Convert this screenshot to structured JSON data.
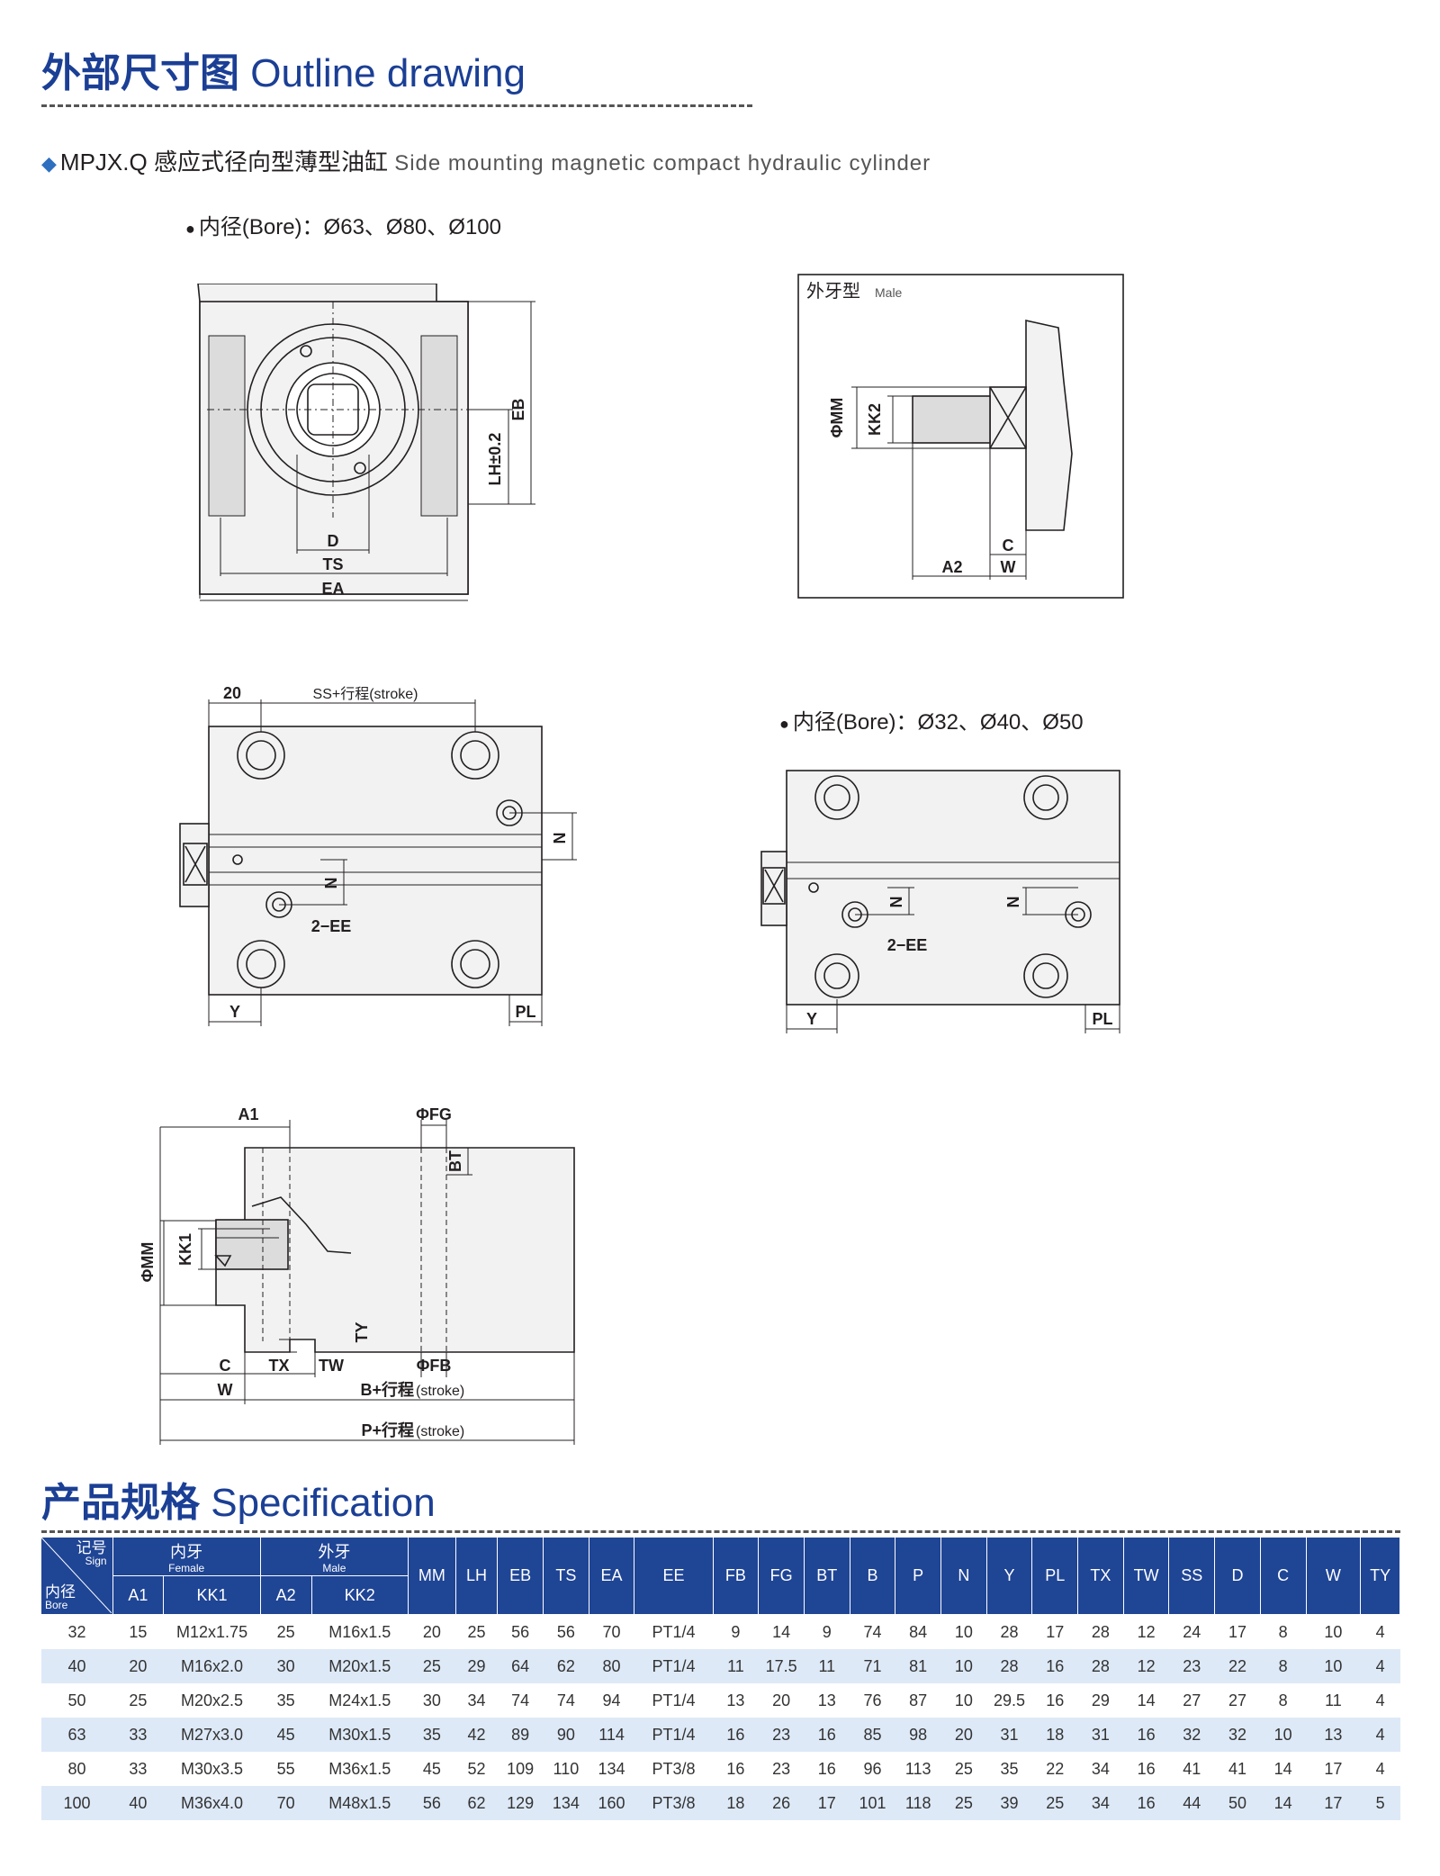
{
  "outline": {
    "title_cn": "外部尺寸图",
    "title_en": "Outline drawing",
    "subtitle_diamond": "◆",
    "subtitle_model": "MPJX.Q",
    "subtitle_cn": "感应式径向型薄型油缸",
    "subtitle_en": "Side mounting magnetic compact hydraulic cylinder",
    "bore_large": "内径(Bore)：Ø63、Ø80、Ø100",
    "bore_small": "内径(Bore)：Ø32、Ø40、Ø50",
    "male_box_title": "外牙型",
    "male_box_sub": "Male"
  },
  "labels": {
    "D": "D",
    "TS": "TS",
    "EA": "EA",
    "EB": "EB",
    "LH": "LH±0.2",
    "MM": "ΦMM",
    "KK2": "KK2",
    "C": "C",
    "W": "W",
    "A2": "A2",
    "n20": "20",
    "SS": "SS+行程(stroke)",
    "N": "N",
    "EE": "2−EE",
    "Y": "Y",
    "PL": "PL",
    "A1": "A1",
    "FG": "ΦFG",
    "BT": "BT",
    "KK1": "KK1",
    "TY": "TY",
    "TX": "TX",
    "TW": "TW",
    "FB": "ΦFB",
    "B": "B+行程",
    "P": "P+行程",
    "stroke": "(stroke)"
  },
  "spec": {
    "title_cn": "产品规格",
    "title_en": "Specification",
    "corner_sign_cn": "记号",
    "corner_sign_en": "Sign",
    "corner_bore_cn": "内径",
    "corner_bore_en": "Bore",
    "female_cn": "内牙",
    "female_en": "Female",
    "male_cn": "外牙",
    "male_en": "Male",
    "sub_cols": [
      "A1",
      "KK1",
      "A2",
      "KK2"
    ],
    "cols": [
      "MM",
      "LH",
      "EB",
      "TS",
      "EA",
      "EE",
      "FB",
      "FG",
      "BT",
      "B",
      "P",
      "N",
      "Y",
      "PL",
      "TX",
      "TW",
      "SS",
      "D",
      "C",
      "W",
      "TY"
    ],
    "rows": [
      [
        "32",
        "15",
        "M12x1.75",
        "25",
        "M16x1.5",
        "20",
        "25",
        "56",
        "56",
        "70",
        "PT1/4",
        "9",
        "14",
        "9",
        "74",
        "84",
        "10",
        "28",
        "17",
        "28",
        "12",
        "24",
        "17",
        "8",
        "10",
        "4"
      ],
      [
        "40",
        "20",
        "M16x2.0",
        "30",
        "M20x1.5",
        "25",
        "29",
        "64",
        "62",
        "80",
        "PT1/4",
        "11",
        "17.5",
        "11",
        "71",
        "81",
        "10",
        "28",
        "16",
        "28",
        "12",
        "23",
        "22",
        "8",
        "10",
        "4"
      ],
      [
        "50",
        "25",
        "M20x2.5",
        "35",
        "M24x1.5",
        "30",
        "34",
        "74",
        "74",
        "94",
        "PT1/4",
        "13",
        "20",
        "13",
        "76",
        "87",
        "10",
        "29.5",
        "16",
        "29",
        "14",
        "27",
        "27",
        "8",
        "11",
        "4"
      ],
      [
        "63",
        "33",
        "M27x3.0",
        "45",
        "M30x1.5",
        "35",
        "42",
        "89",
        "90",
        "114",
        "PT1/4",
        "16",
        "23",
        "16",
        "85",
        "98",
        "20",
        "31",
        "18",
        "31",
        "16",
        "32",
        "32",
        "10",
        "13",
        "4"
      ],
      [
        "80",
        "33",
        "M30x3.5",
        "55",
        "M36x1.5",
        "45",
        "52",
        "109",
        "110",
        "134",
        "PT3/8",
        "16",
        "23",
        "16",
        "96",
        "113",
        "25",
        "35",
        "22",
        "34",
        "16",
        "41",
        "41",
        "14",
        "17",
        "4"
      ],
      [
        "100",
        "40",
        "M36x4.0",
        "70",
        "M48x1.5",
        "56",
        "62",
        "129",
        "134",
        "160",
        "PT3/8",
        "18",
        "26",
        "17",
        "101",
        "118",
        "25",
        "39",
        "25",
        "34",
        "16",
        "44",
        "50",
        "14",
        "17",
        "5"
      ]
    ]
  },
  "colors": {
    "brand_blue": "#1b3f95",
    "header_blue": "#1f4595",
    "row_tint": "#dde9f7"
  }
}
